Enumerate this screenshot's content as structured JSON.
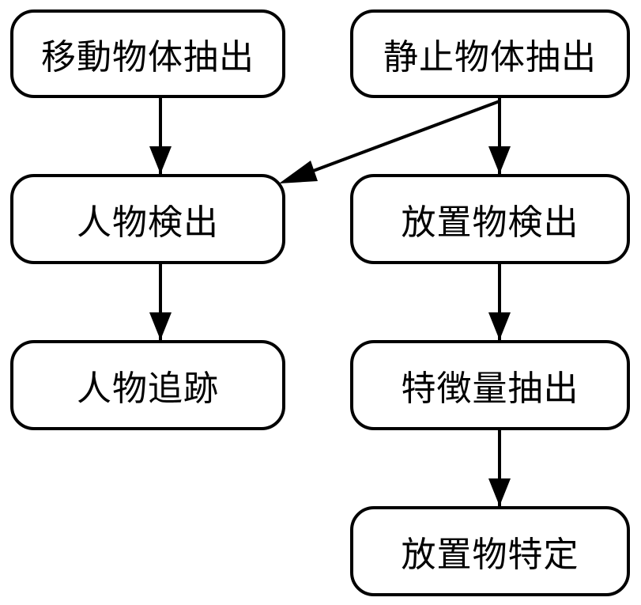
{
  "diagram": {
    "nodes": {
      "moving_object_extraction": "移動物体抽出",
      "static_object_extraction": "静止物体抽出",
      "person_detection": "人物検出",
      "left_object_detection": "放置物検出",
      "person_tracking": "人物追跡",
      "feature_extraction": "特徴量抽出",
      "left_object_identification": "放置物特定"
    },
    "edges": [
      {
        "from": "moving_object_extraction",
        "to": "person_detection"
      },
      {
        "from": "static_object_extraction",
        "to": "person_detection"
      },
      {
        "from": "static_object_extraction",
        "to": "left_object_detection"
      },
      {
        "from": "person_detection",
        "to": "person_tracking"
      },
      {
        "from": "left_object_detection",
        "to": "feature_extraction"
      },
      {
        "from": "feature_extraction",
        "to": "left_object_identification"
      }
    ]
  }
}
